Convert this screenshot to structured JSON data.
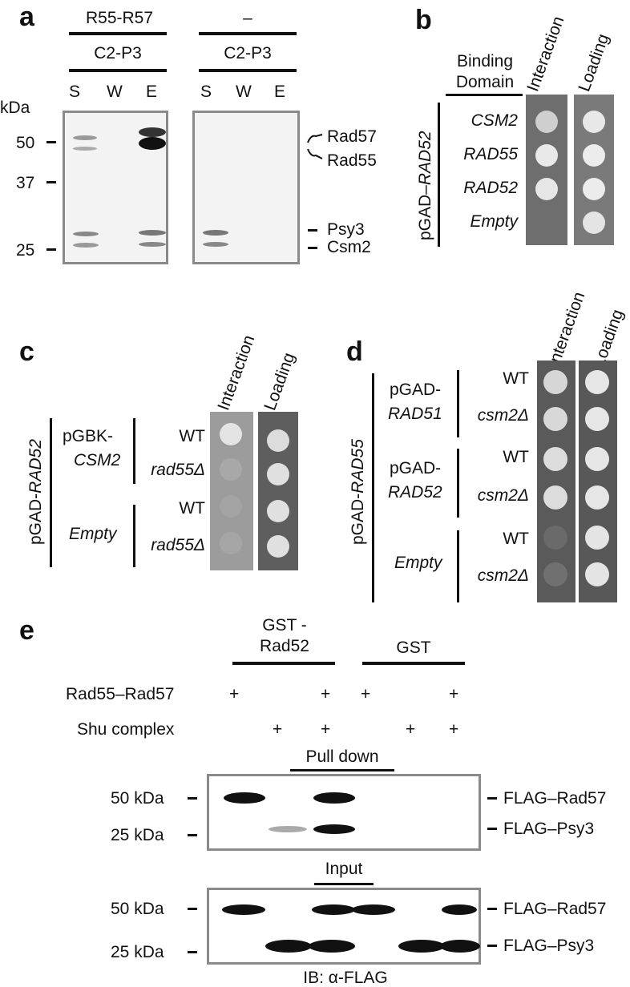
{
  "panel_a": {
    "label": "a",
    "group1": {
      "header": "R55-R57",
      "subheader": "C2-P3",
      "lanes": [
        "S",
        "W",
        "E"
      ]
    },
    "group2": {
      "header": "–",
      "subheader": "C2-P3",
      "lanes": [
        "S",
        "W",
        "E"
      ]
    },
    "kda_label": "kDa",
    "markers": [
      "50",
      "37",
      "25"
    ],
    "band_labels": [
      "Rad57",
      "Rad55",
      "Psy3",
      "Csm2"
    ]
  },
  "panel_b": {
    "label": "b",
    "binding_domain_header": "Binding\nDomain",
    "col_interaction": "Interaction",
    "col_loading": "Loading",
    "group_label_prefix": "pGAD–",
    "group_label_gene": "RAD52",
    "rows": [
      "CSM2",
      "RAD55",
      "RAD52",
      "Empty"
    ]
  },
  "panel_c": {
    "label": "c",
    "col_interaction": "Interaction",
    "col_loading": "Loading",
    "outer_prefix": "pGAD-",
    "outer_gene": "RAD52",
    "group1_line1": "pGBK-",
    "group1_line2": "CSM2",
    "group2": "Empty",
    "rows": [
      "WT",
      "rad55Δ",
      "WT",
      "rad55Δ"
    ]
  },
  "panel_d": {
    "label": "d",
    "col_interaction": "Interaction",
    "col_loading": "Loading",
    "outer_prefix": "pGAD-",
    "outer_gene": "RAD55",
    "group1_line1": "pGAD-",
    "group1_line2": "RAD51",
    "group2_line1": "pGAD-",
    "group2_line2": "RAD52",
    "group3": "Empty",
    "rows": [
      "WT",
      "csm2Δ",
      "WT",
      "csm2Δ",
      "WT",
      "csm2Δ"
    ]
  },
  "panel_e": {
    "label": "e",
    "gst_rad52_line1": "GST -",
    "gst_rad52_line2": "Rad52",
    "gst": "GST",
    "row1_label": "Rad55–Rad57",
    "row2_label": "Shu complex",
    "row1_signs": [
      "+",
      "",
      "+",
      "+",
      "",
      "+"
    ],
    "row2_signs": [
      "",
      "+",
      "+",
      "",
      "+",
      "+"
    ],
    "pulldown_label": "Pull down",
    "input_label": "Input",
    "markers": [
      "50 kDa",
      "25 kDa"
    ],
    "band_labels": [
      "FLAG–Rad57",
      "FLAG–Psy3"
    ],
    "ib_prefix": "IB: ",
    "ib_alpha": "α",
    "ib_suffix": "-FLAG"
  }
}
